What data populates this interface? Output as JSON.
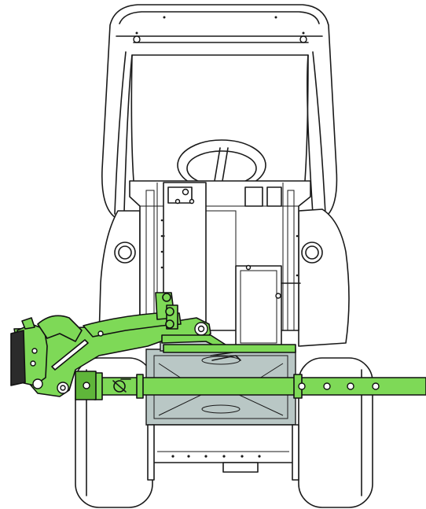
{
  "colors": {
    "attachment_green": "#7ed957",
    "mower_deck_grey": "#b9c7c5",
    "outline": "#1a1a1a",
    "background": "#ffffff"
  },
  "icons": [
    "tractor-illustration",
    "front-loader-arm",
    "mounting-bar"
  ]
}
